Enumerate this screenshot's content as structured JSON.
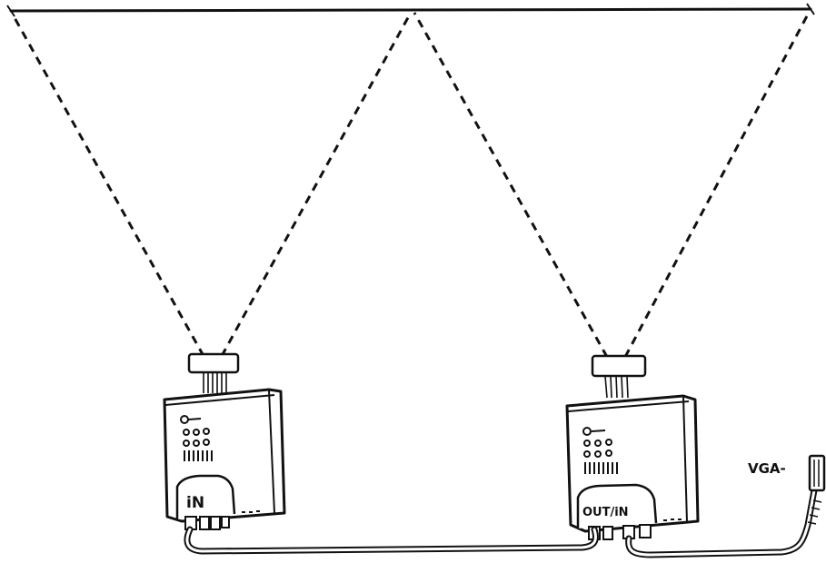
{
  "diagram": {
    "projectors": [
      {
        "id": "left",
        "port_label": "iN"
      },
      {
        "id": "right",
        "port_label": "OUT/iN"
      }
    ],
    "vga_label": "VGA-",
    "colors": {
      "ink": "#111111",
      "background": "#ffffff"
    }
  }
}
